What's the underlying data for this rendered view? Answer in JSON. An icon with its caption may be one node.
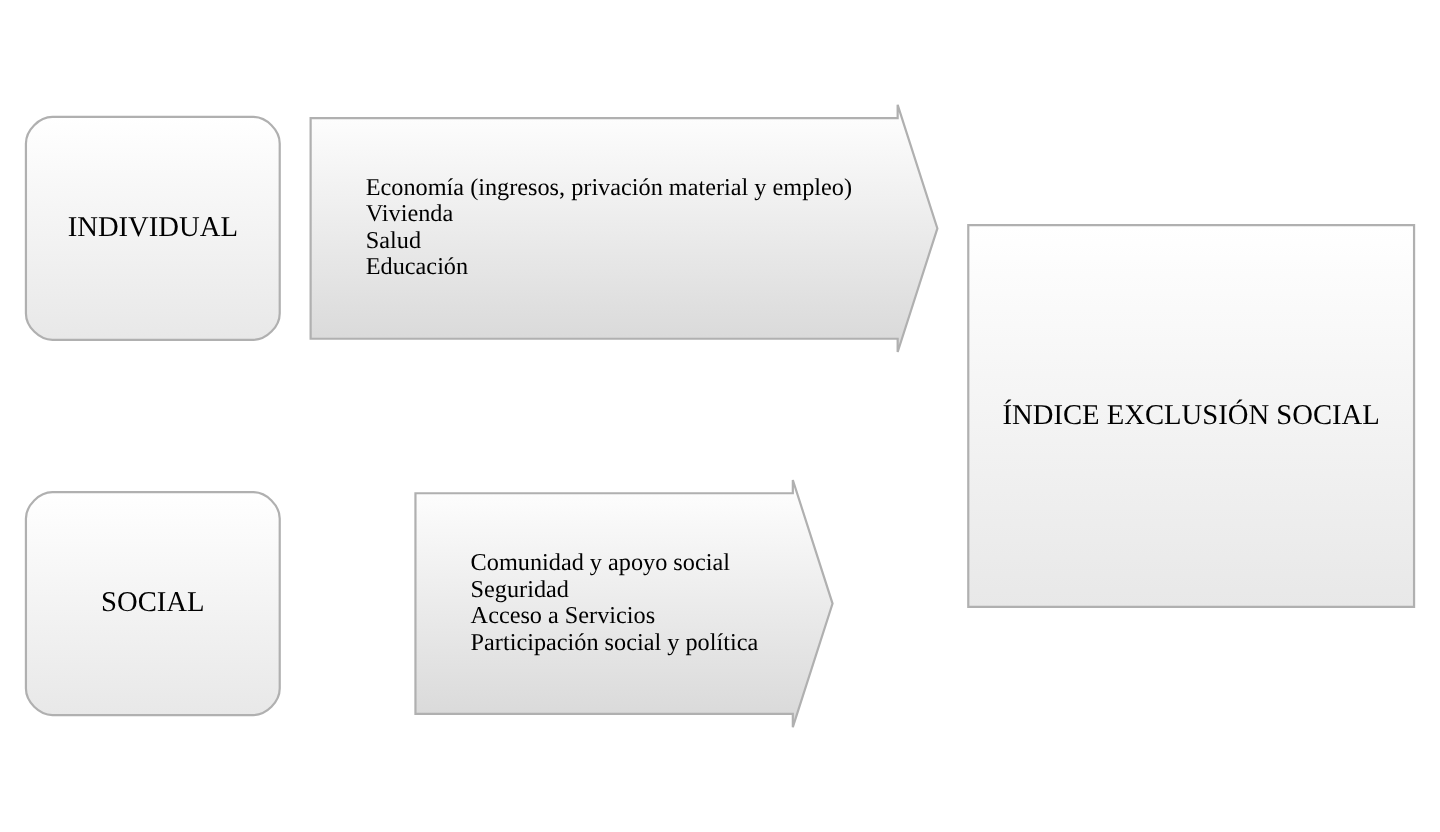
{
  "diagram": {
    "nodes": [
      {
        "text": [
          "INDIVIDUAL"
        ]
      },
      {
        "text": [
          "Economía (ingresos, privación material y empleo)",
          "Vivienda",
          "Salud",
          "Educación"
        ]
      },
      {
        "text": [
          "SOCIAL"
        ]
      },
      {
        "text": [
          "Comunidad y apoyo social",
          "Seguridad",
          "Acceso a Servicios",
          "Participación social y política"
        ]
      },
      {
        "text": [
          "ÍNDICE EXCLUSIÓN SOCIAL"
        ]
      }
    ],
    "edges": []
  }
}
